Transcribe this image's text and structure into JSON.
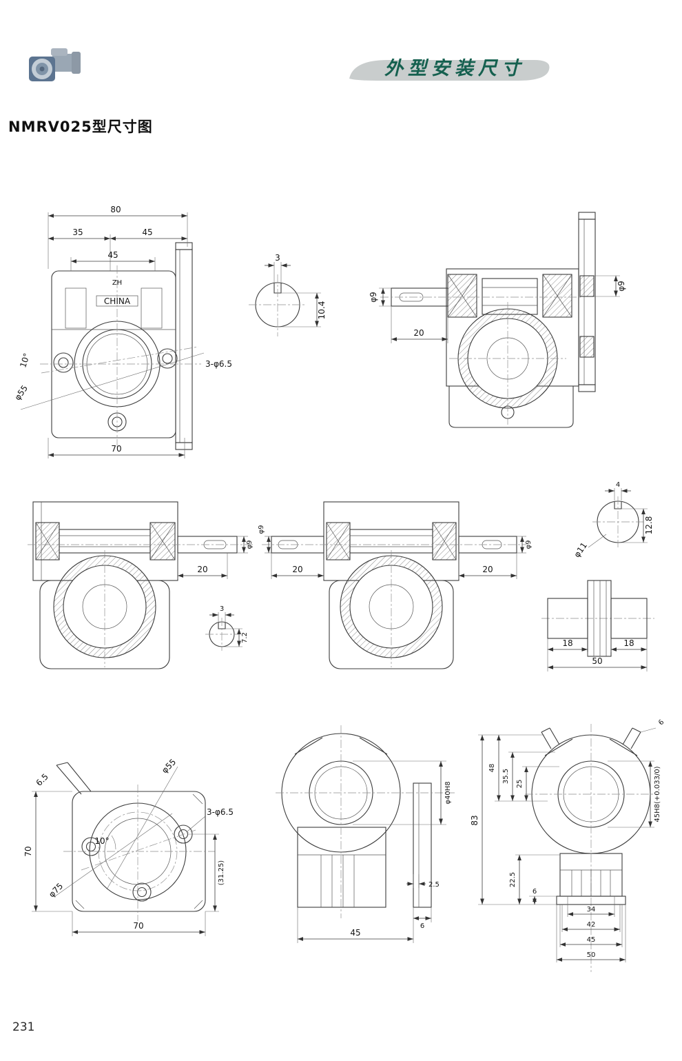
{
  "header": {
    "banner_title": "外型安装尺寸"
  },
  "doc": {
    "title": "NMRV025型尺寸图",
    "page_number": "231"
  },
  "colors": {
    "banner_text": "#15604f",
    "banner_bg": "#c9cdcd",
    "drawing_line": "#3b3b3b"
  },
  "viewA": {
    "d80": "80",
    "d35": "35",
    "d45": "45",
    "d45i": "45",
    "zh": "ZH",
    "china": "CHINA",
    "ang": "10°",
    "phi55": "φ55",
    "bolt": "3-φ6.5",
    "d70": "70"
  },
  "viewB": {
    "d3": "3",
    "d104": "10.4"
  },
  "viewC": {
    "phi9l": "φ9",
    "d20": "20",
    "phi9r": "φ9"
  },
  "viewD": {
    "phi9": "φ9",
    "d20": "20"
  },
  "viewDsec": {
    "d3": "3",
    "d72": "7.2"
  },
  "viewE": {
    "phi9l": "φ9",
    "d20l": "20",
    "phi9r": "φ9",
    "d20r": "20"
  },
  "viewF": {
    "d4": "4",
    "d128": "12.8",
    "phi11": "φ11"
  },
  "viewG": {
    "d18l": "18",
    "d18r": "18",
    "d50": "50"
  },
  "viewH": {
    "d65": "6.5",
    "phi55": "φ55",
    "bolt": "3-φ6.5",
    "ang": "10°",
    "d70l": "70",
    "phi75": "φ75",
    "d3125": "(31.25)",
    "d70b": "70"
  },
  "viewI": {
    "phi40": "φ40H8",
    "d25": "2.5",
    "d6": "6",
    "d45": "45"
  },
  "viewJ": {
    "d6t": "6",
    "d83": "83",
    "d48": "48",
    "d355": "35.5",
    "d25": "25",
    "d225": "22.5",
    "d6b": "6",
    "bore": "45H8(+0.033/0)",
    "d34": "34",
    "d42": "42",
    "d45": "45",
    "d50": "50"
  }
}
